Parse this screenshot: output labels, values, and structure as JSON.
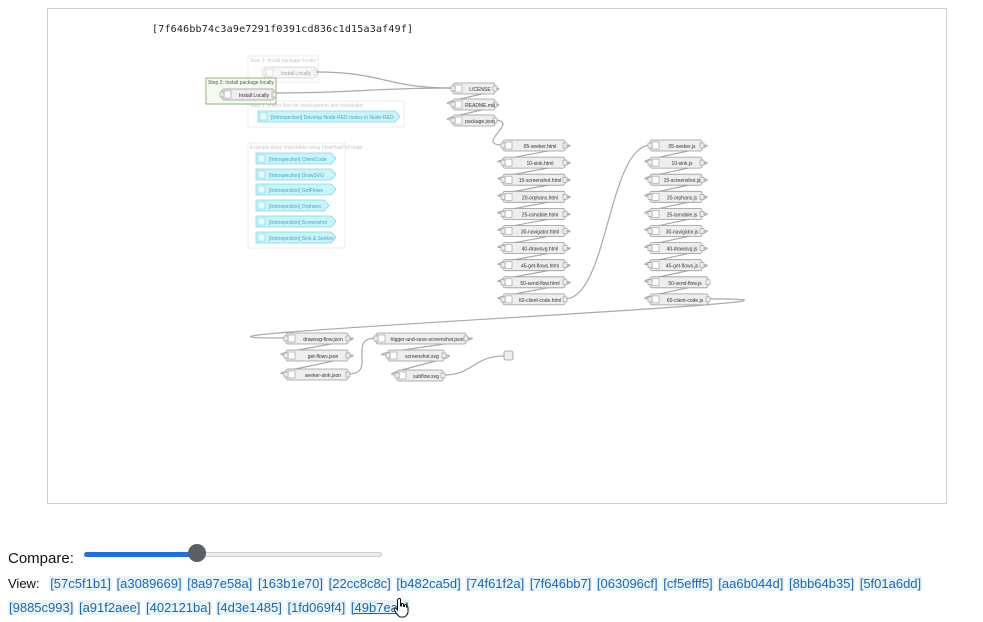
{
  "graph": {
    "hash_label": "[7f646bb74c3a9e7291f0391cd836c1d15a3af49f]",
    "step2_group_title": "Step 2: Install package locally",
    "step2_group_button": "Install Locally",
    "step2_popup_title": "Step 2: Install package locally",
    "step2_popup_button": "Install Locally",
    "step3_group_title": "Step 3: Import flow for development and installation",
    "step3_flow": "[Introspection] Develop Node-RED nodes in Node-RED",
    "examples_group_title": "Example flows importable using FlowHubPull node",
    "example_flows": [
      "[Introspection] ClientCode",
      "[Introspection] DrawSVG",
      "[Introspection] GetFlows",
      "[Introspection] Orphans",
      "[Introspection] Screenshot",
      "[Introspection] Sink & Seeker"
    ],
    "root_files": [
      "LICENSE",
      "README.md",
      "package.json"
    ],
    "html_files": [
      "05-seeker.html",
      "10-sink.html",
      "15-screenshot.html",
      "20-orphans.html",
      "25-ismobile.html",
      "30-navigator.html",
      "40-drawsvg.html",
      "45-get-flows.html",
      "50-send-flow.html",
      "60-client-code.html"
    ],
    "js_files": [
      "05-seeker.js",
      "10-sink.js",
      "15-screenshot.js",
      "20-orphans.js",
      "25-ismobile.js",
      "30-navigator.js",
      "40-drawsvg.js",
      "45-get-flows.js",
      "50-send-flow.js",
      "60-client-code.js"
    ],
    "json_files": [
      "drawsvg-flow.json",
      "get-flows.json",
      "seeker-sink.json"
    ],
    "misc_files": [
      "trigger-and-save-screenshot.json",
      "screenshot.svg",
      "subflow.svg"
    ]
  },
  "compare": {
    "label": "Compare:",
    "value": 0.38
  },
  "view": {
    "label": "View:",
    "links": [
      "[57c5f1b1]",
      "[a3089669]",
      "[8a97e58a]",
      "[163b1e70]",
      "[22cc8c8c]",
      "[b482ca5d]",
      "[74f61f2a]",
      "[7f646bb7]",
      "[063096cf]",
      "[cf5efff5]",
      "[aa6b044d]",
      "[8bb64b35]",
      "[5f01a6dd]",
      "[9885c993]",
      "[a91f2aee]",
      "[402121ba]",
      "[4d3e1485]",
      "[1fd069f4]",
      "[49b7ea1]"
    ],
    "active_index": 18
  },
  "colors": {
    "accent": "#1f6fe6",
    "link": "#1a66b8",
    "flow_node": "#c7f5fb",
    "file_node": "#eeeeee"
  }
}
